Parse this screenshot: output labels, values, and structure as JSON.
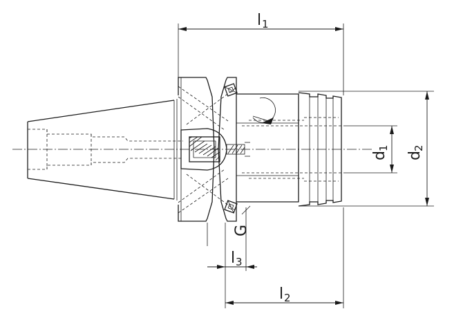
{
  "dimensions": {
    "l1": {
      "main": "l",
      "sub": "1"
    },
    "l2": {
      "main": "l",
      "sub": "2"
    },
    "l3": {
      "main": "l",
      "sub": "3"
    },
    "d1": {
      "main": "d",
      "sub": "1"
    },
    "d2": {
      "main": "d",
      "sub": "2"
    },
    "G": {
      "main": "G"
    }
  },
  "colors": {
    "line": "#1a1a1a",
    "background": "#ffffff"
  }
}
